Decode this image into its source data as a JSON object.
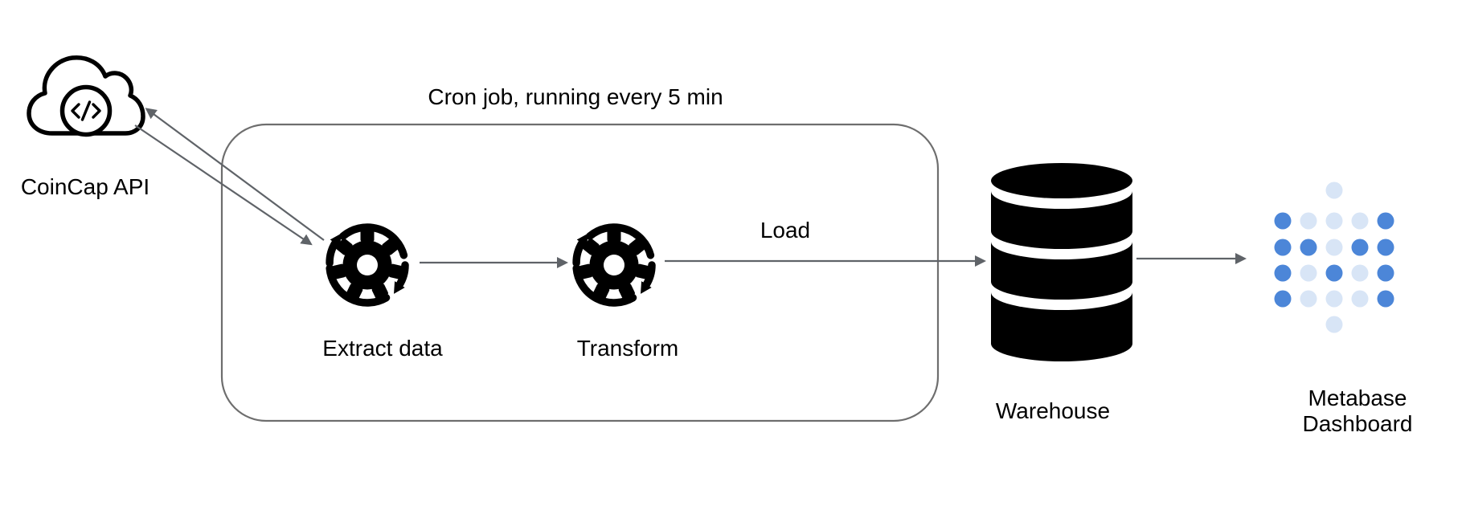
{
  "title": "Cron job, running every 5 min",
  "nodes": {
    "coincap_api": {
      "label": "CoinCap API",
      "icon": "cloud-code-icon"
    },
    "extract": {
      "label": "Extract data",
      "icon": "gear-sync-icon"
    },
    "transform": {
      "label": "Transform",
      "icon": "gear-sync-icon"
    },
    "warehouse": {
      "label": "Warehouse",
      "icon": "database-icon"
    },
    "metabase": {
      "label_line1": "Metabase",
      "label_line2": "Dashboard",
      "icon": "metabase-dots-logo",
      "logo_pattern": [
        [
          ".",
          ".",
          "l",
          ".",
          "."
        ],
        [
          "d",
          "l",
          "l",
          "l",
          "d"
        ],
        [
          "d",
          "d",
          "l",
          "d",
          "d"
        ],
        [
          "d",
          "l",
          "d",
          "l",
          "d"
        ],
        [
          "d",
          "l",
          "l",
          "l",
          "d"
        ],
        [
          ".",
          ".",
          "l",
          ".",
          "."
        ]
      ]
    }
  },
  "edges": [
    {
      "from": "extract",
      "to": "coincap_api",
      "label": ""
    },
    {
      "from": "coincap_api",
      "to": "extract",
      "label": ""
    },
    {
      "from": "extract",
      "to": "transform",
      "label": ""
    },
    {
      "from": "transform",
      "to": "warehouse",
      "label": "Load"
    },
    {
      "from": "warehouse",
      "to": "metabase",
      "label": ""
    }
  ],
  "colors": {
    "background": "#ffffff",
    "text": "#000000",
    "icon": "#000000",
    "arrow": "#5f6368",
    "box_border": "#6e6e6e",
    "metabase_dark": "#4c86d8",
    "metabase_light": "#d8e5f6"
  }
}
